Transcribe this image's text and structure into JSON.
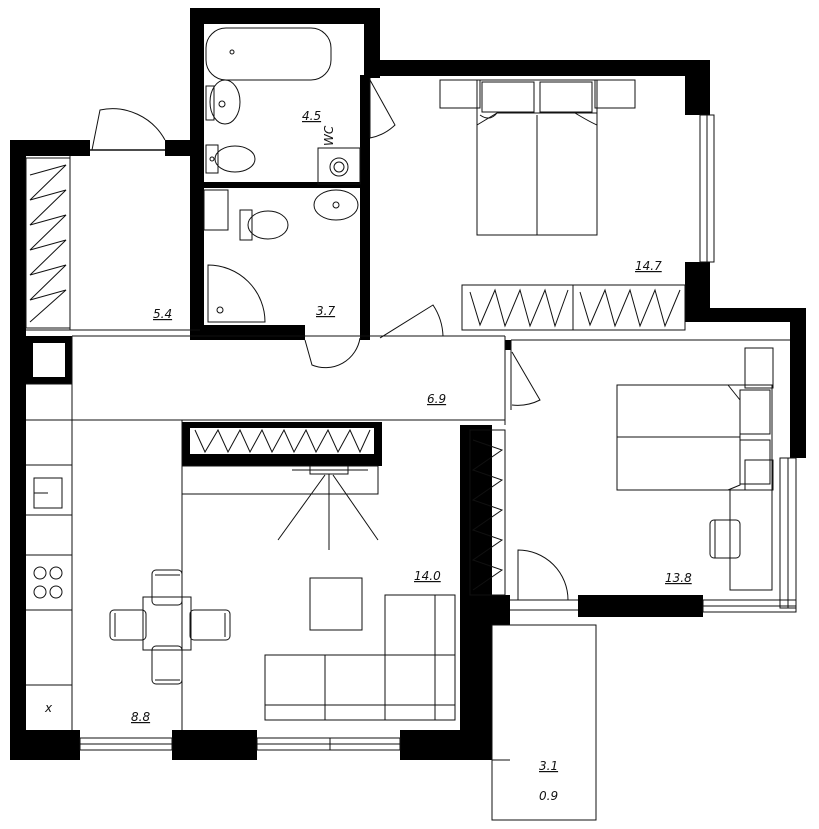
{
  "rooms": [
    {
      "key": "bathroom",
      "area": "4.5"
    },
    {
      "key": "bedroom_top",
      "area": "14.7"
    },
    {
      "key": "hall",
      "area": "5.4"
    },
    {
      "key": "toilet_shower",
      "area": "3.7"
    },
    {
      "key": "corridor",
      "area": "6.9"
    },
    {
      "key": "living",
      "area": "14.0"
    },
    {
      "key": "bedroom_right",
      "area": "13.8"
    },
    {
      "key": "kitchen",
      "area": "8.8"
    },
    {
      "key": "balcony",
      "area": "3.1",
      "sub": "0.9"
    }
  ],
  "fixtures": {
    "washer_label": "WC",
    "stove_mark": "x"
  }
}
